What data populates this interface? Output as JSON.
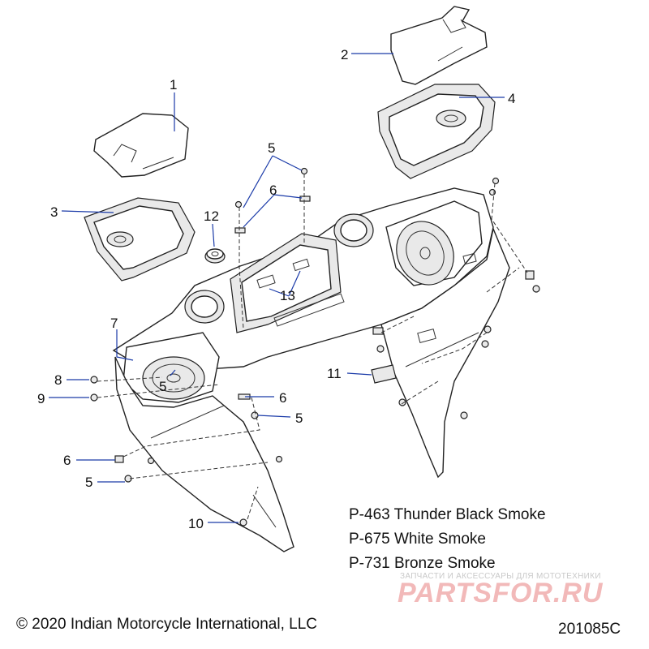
{
  "callouts": {
    "c1": "1",
    "c2": "2",
    "c3": "3",
    "c4": "4",
    "c5a": "5",
    "c5b": "5",
    "c5c": "5",
    "c5d": "5",
    "c6a": "6",
    "c6b": "6",
    "c6c": "6",
    "c7": "7",
    "c8": "8",
    "c9": "9",
    "c10": "10",
    "c11": "11",
    "c12": "12",
    "c13": "13"
  },
  "color_notes": [
    "P-463 Thunder Black Smoke",
    "P-675 White Smoke",
    "P-731 Bronze Smoke"
  ],
  "copyright": "© 2020 Indian Motorcycle International, LLC",
  "drawing_code": "201085C",
  "watermark": {
    "tagline": "ЗАПЧАСТИ И АКСЕССУАРЫ ДЛЯ МОТОТЕХНИКИ",
    "logo": "PARTSFOR.RU"
  },
  "colors": {
    "leader": "#1a3aa8",
    "line": "#222222",
    "watermark": "#f2b9b9"
  }
}
